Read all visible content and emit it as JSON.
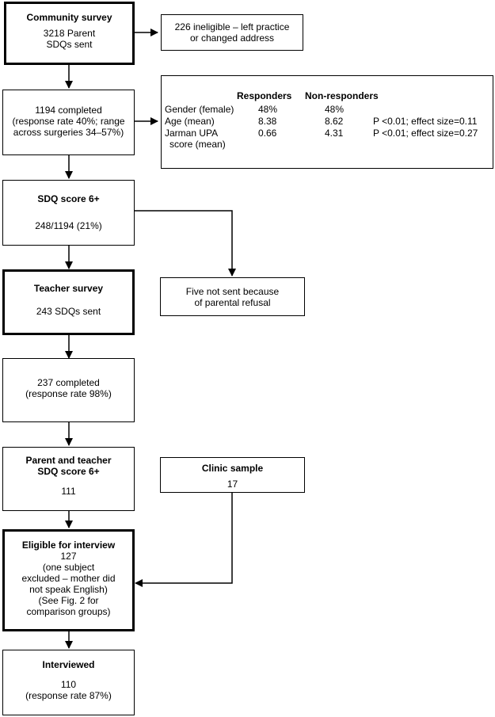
{
  "community": {
    "title": "Community survey",
    "lines": [
      "3218 Parent",
      "SDQs sent"
    ]
  },
  "ineligible": {
    "lines": [
      "226 ineligible – left practice",
      "or changed address"
    ]
  },
  "completed1": {
    "lines": [
      "1194 completed",
      "(response rate 40%; range",
      "across surgeries 34–57%)"
    ]
  },
  "stats": {
    "headers": [
      "Responders",
      "Non-responders"
    ],
    "rows": [
      {
        "label": "Gender (female)",
        "responders": "48%",
        "non_responders": "48%",
        "note": ""
      },
      {
        "label": "Age (mean)",
        "responders": "8.38",
        "non_responders": "8.62",
        "note": "P <0.01; effect size=0.11"
      },
      {
        "label": "Jarman UPA",
        "label2": "score (mean)",
        "responders": "0.66",
        "non_responders": "4.31",
        "note": "P <0.01; effect size=0.27"
      }
    ]
  },
  "sdq6": {
    "title": "SDQ score 6+",
    "lines": [
      "248/1194 (21%)"
    ]
  },
  "teacher": {
    "title": "Teacher survey",
    "lines": [
      "243 SDQs sent"
    ]
  },
  "fivenot": {
    "lines": [
      "Five not sent because",
      "of parental refusal"
    ]
  },
  "completed2": {
    "lines": [
      "237 completed",
      "(response rate 98%)"
    ]
  },
  "parentteacher": {
    "title": [
      "Parent and teacher",
      "SDQ score 6+"
    ],
    "lines": [
      "111"
    ]
  },
  "clinic": {
    "title": "Clinic sample",
    "lines": [
      "17"
    ]
  },
  "eligible": {
    "title": "Eligible for interview",
    "lines": [
      "127",
      "(one subject",
      "excluded – mother did",
      "not speak English)",
      "(See Fig. 2 for",
      "comparison groups)"
    ]
  },
  "interviewed": {
    "title": "Interviewed",
    "lines": [
      "110",
      "(response rate 87%)"
    ]
  }
}
